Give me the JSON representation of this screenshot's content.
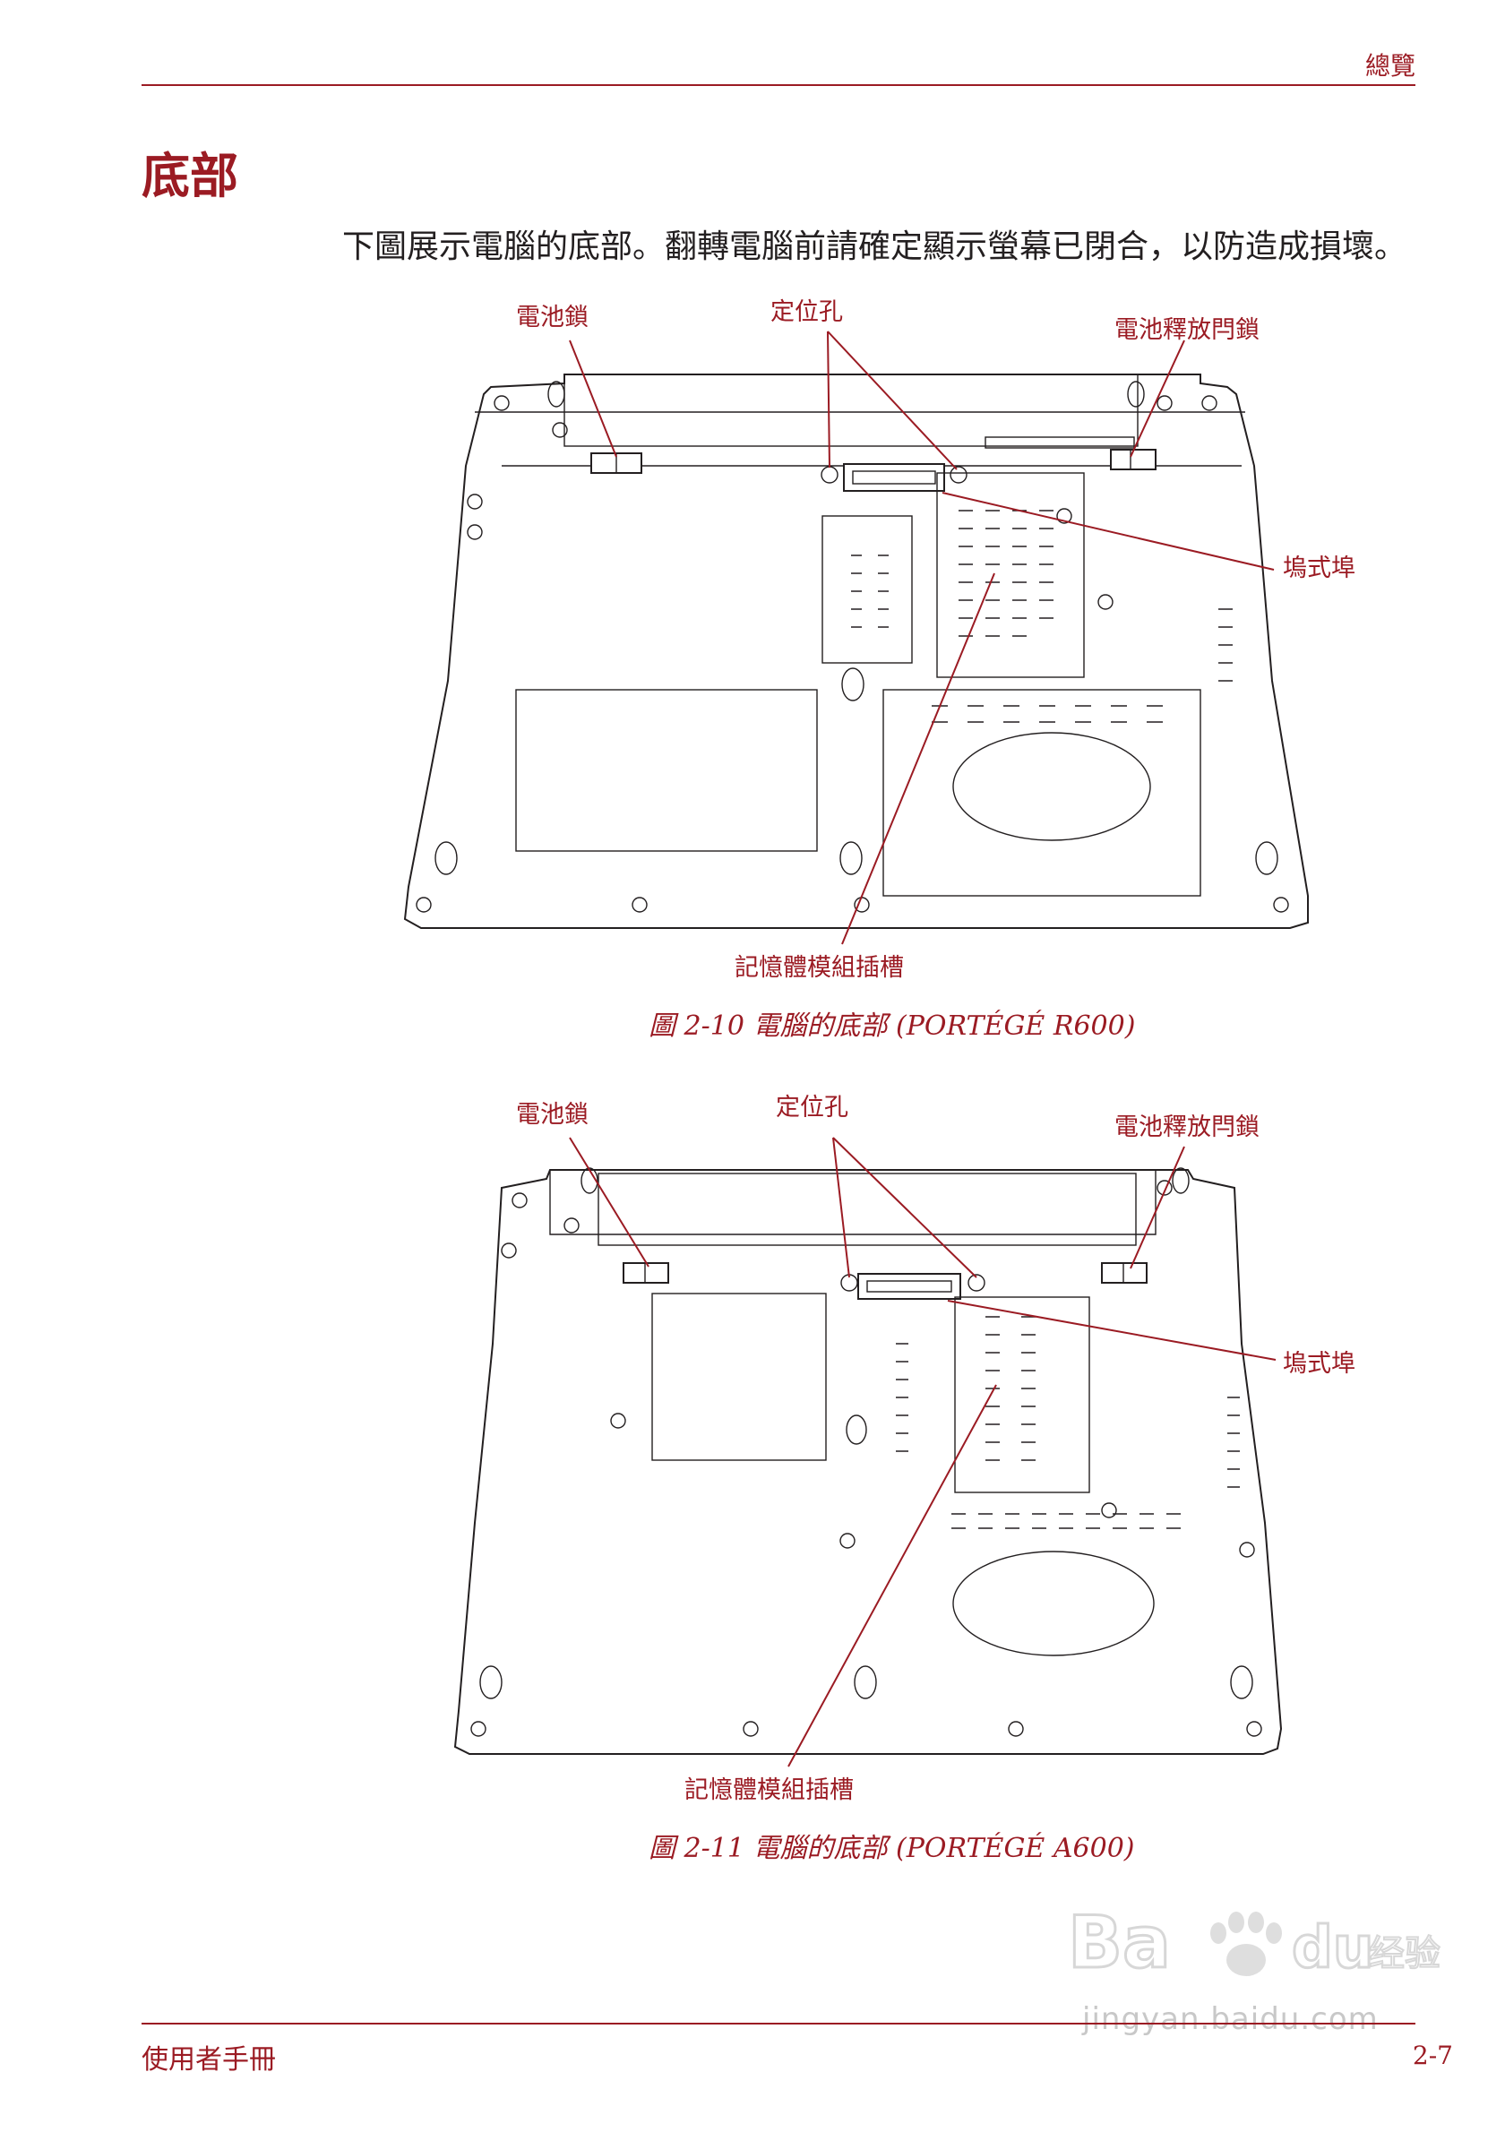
{
  "header": {
    "section_name": "總覽"
  },
  "section": {
    "title": "底部"
  },
  "intro_text": "下圖展示電腦的底部。翻轉電腦前請確定顯示螢幕已閉合，以防造成損壞。",
  "figure1": {
    "labels": {
      "battery_lock": "電池鎖",
      "locator_holes": "定位孔",
      "battery_release_latch": "電池釋放閂鎖",
      "dock_port": "塢式埠",
      "memory_slot": "記憶體模組插槽"
    },
    "caption": "圖 2-10 電腦的底部 (PORTÉGÉ R600)"
  },
  "figure2": {
    "labels": {
      "battery_lock": "電池鎖",
      "locator_holes": "定位孔",
      "battery_release_latch": "電池釋放閂鎖",
      "dock_port": "塢式埠",
      "memory_slot": "記憶體模組插槽"
    },
    "caption": "圖 2-11 電腦的底部 (PORTÉGÉ A600)"
  },
  "footer": {
    "manual_name": "使用者手冊",
    "page_number": "2-7"
  },
  "watermark": {
    "logo_text": "Bai du 经验",
    "url": "jingyan.baidu.com"
  },
  "colors": {
    "accent": "#9b1b23",
    "text": "#231f20"
  }
}
